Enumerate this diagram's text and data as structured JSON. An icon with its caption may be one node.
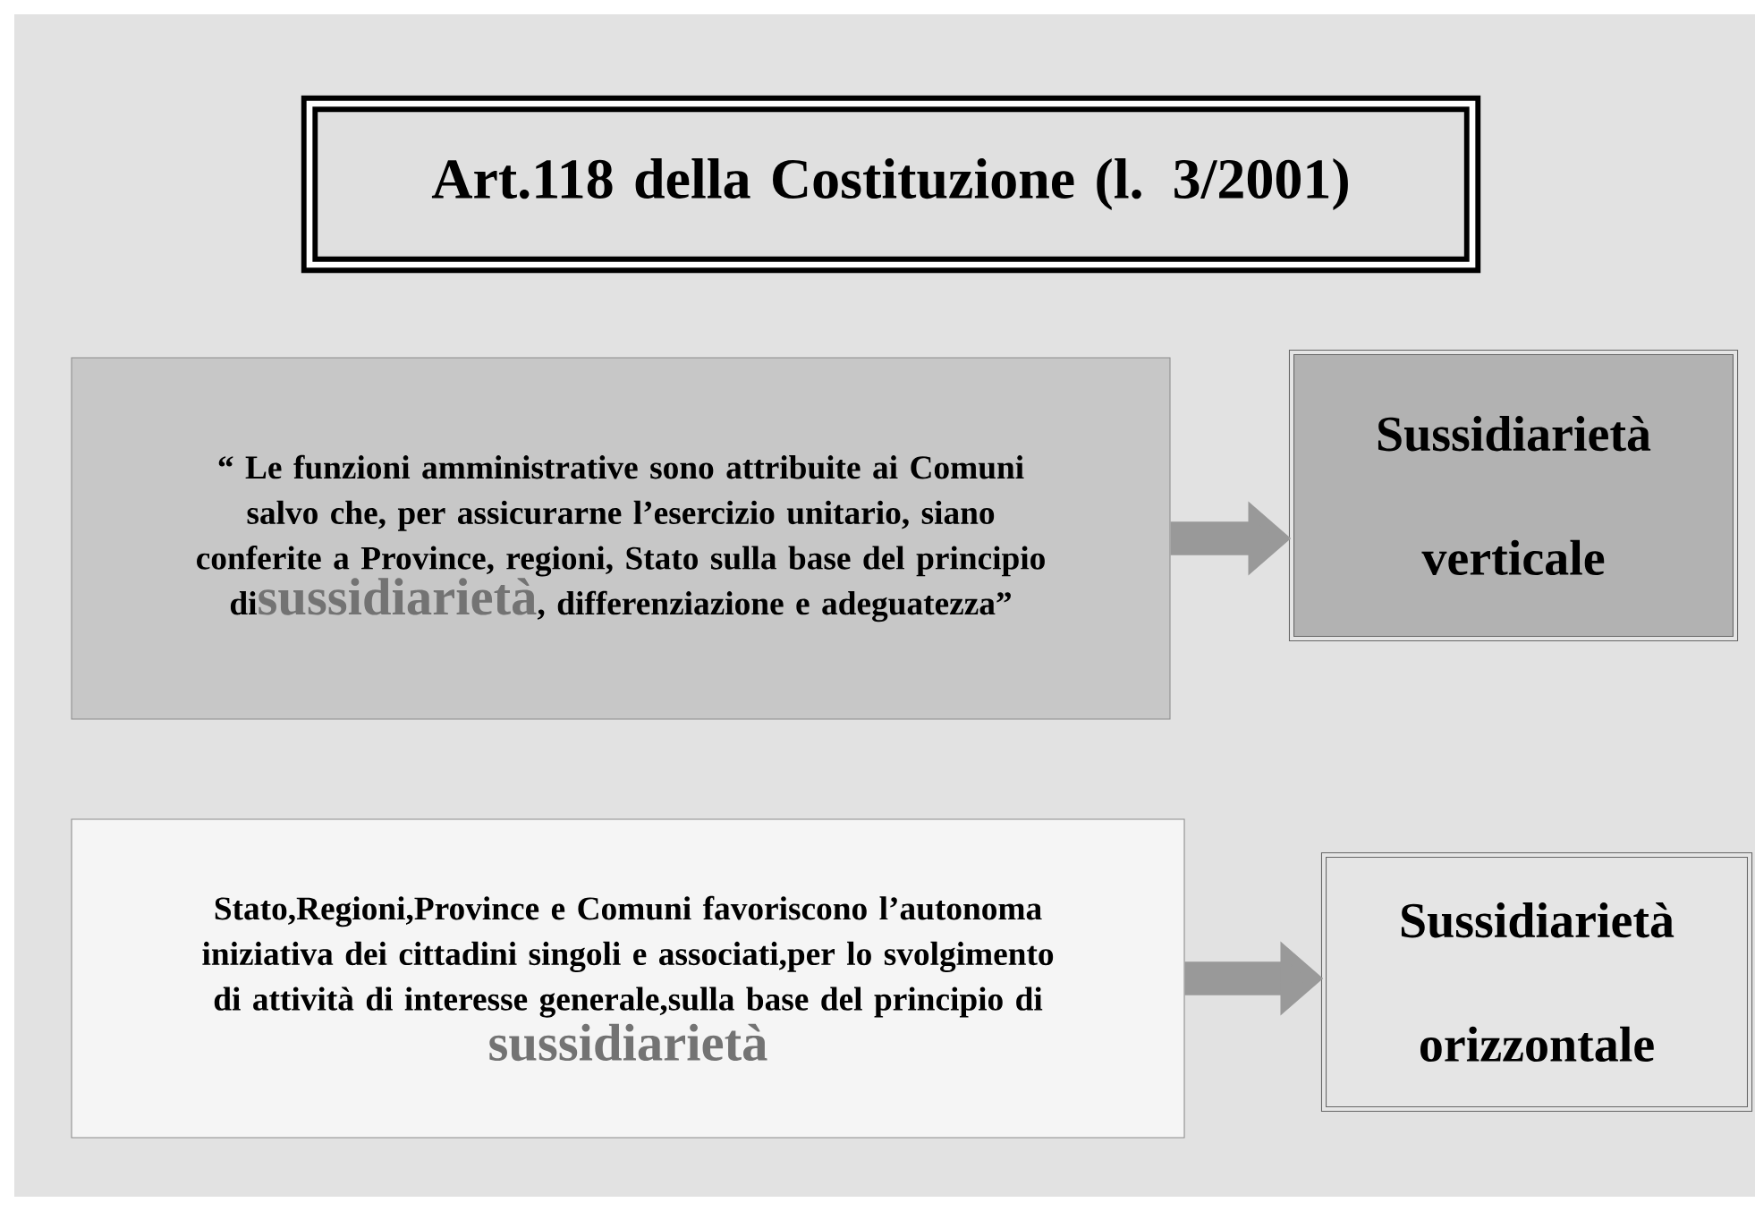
{
  "diagram": {
    "title": "Art.118 della Costituzione (l. 3/2001)",
    "nodes": [
      {
        "text": [
          "“ Le funzioni amministrative sono attribuite ai Comuni salvo che, per assicurarne l’esercizio unitario, siano conferite a Province, regioni, Stato sulla base del principio di",
          "sussidiarietà",
          ", differenziazione e adeguatezza”"
        ]
      },
      {
        "text": [
          "Sussidiarietà verticale"
        ]
      },
      {
        "text": [
          "Stato,Regioni,Province  e Comuni favoriscono l’autonoma iniziativa dei cittadini singoli e associati,per lo svolgimento di attività di interesse generale,sulla base del principio di",
          "sussidiarietà"
        ]
      },
      {
        "text": [
          "Sussidiarietà orizzontale"
        ]
      }
    ],
    "edges": [
      {
        "from": 0,
        "to": 1,
        "arrow": "to"
      },
      {
        "from": 2,
        "to": 3,
        "arrow": "to"
      }
    ]
  }
}
